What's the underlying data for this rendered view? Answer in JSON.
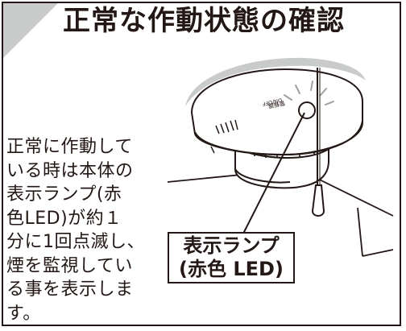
{
  "title": "正常な作動状態の確認",
  "description": "正常に作動して\nいる時は本体の\n表示ランプ(赤\n色LED)が約１\n分に1回点滅し、\n煙を監視してい\nる事を表示しま\nす。",
  "callout": {
    "line1": "表示ランプ",
    "line2": "(赤色 LED)"
  },
  "device_label": {
    "line1": "ON/OFF",
    "line2": "警報器"
  },
  "icons": {
    "corner_mark": "corner-triangle-icon",
    "led_blink": "led-blink-rays-icon",
    "detector": "smoke-detector-illustration"
  },
  "colors": {
    "ink": "#231815",
    "corner_gray": "#c9caca",
    "halo_gray": "#c9caca",
    "background": "#ffffff"
  }
}
